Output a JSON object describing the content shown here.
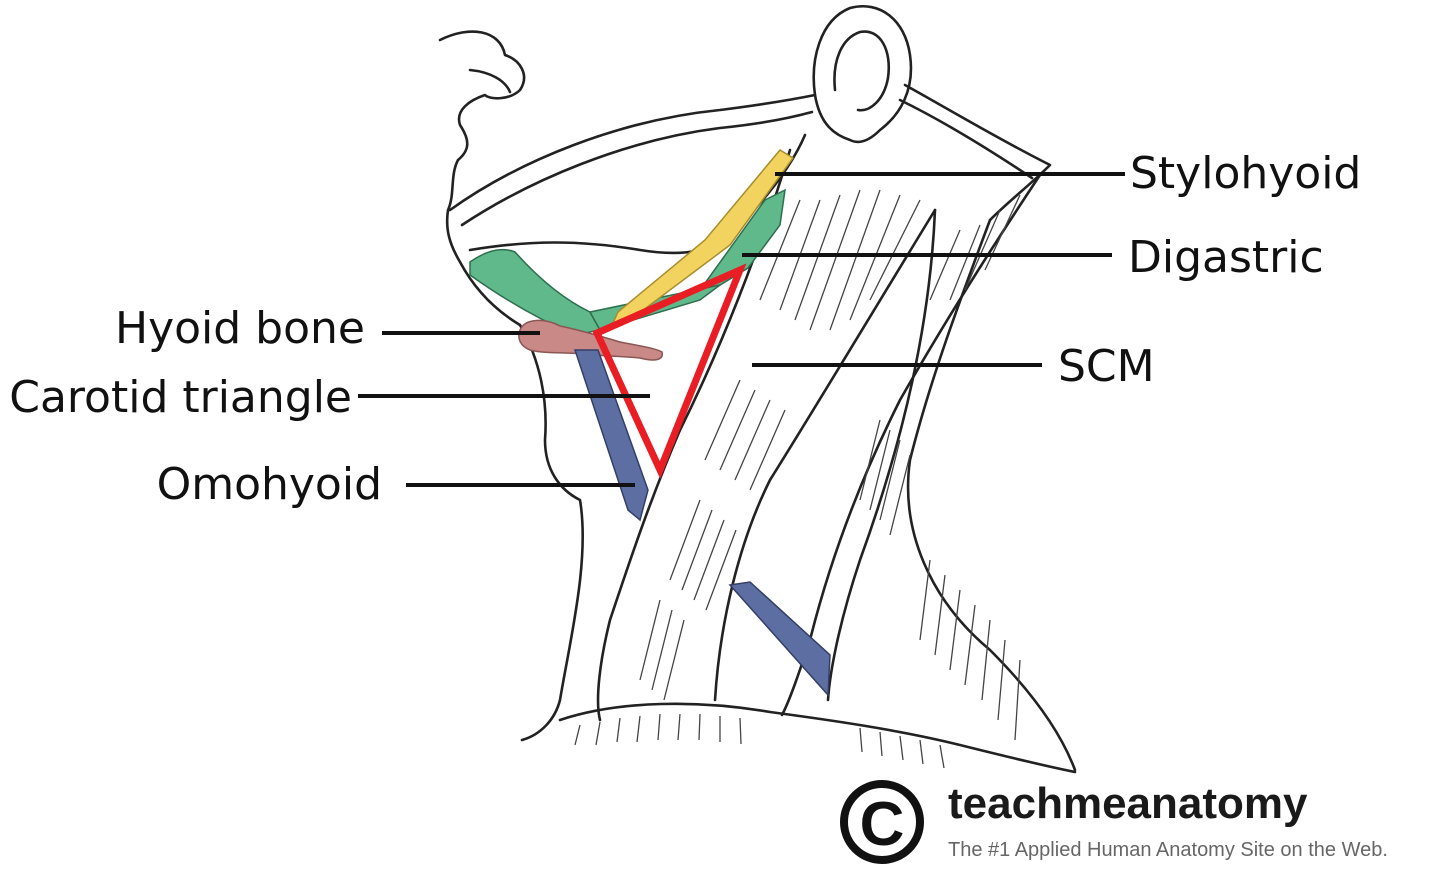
{
  "labels": {
    "stylohyoid": "Stylohyoid",
    "digastric": "Digastric",
    "hyoid_bone": "Hyoid bone",
    "scm": "SCM",
    "carotid_triangle": "Carotid triangle",
    "omohyoid": "Omohyoid"
  },
  "logo": {
    "symbol": "C",
    "brand": "teachmeanatomy",
    "tagline": "The #1 Applied Human Anatomy Site on the Web."
  },
  "colors": {
    "stylohyoid": "#f3d35f",
    "digastric": "#5fb98a",
    "hyoid_bone": "#c98a87",
    "omohyoid": "#5d6ea3",
    "carotid_triangle": "#e81e24",
    "line_art": "#222222"
  }
}
